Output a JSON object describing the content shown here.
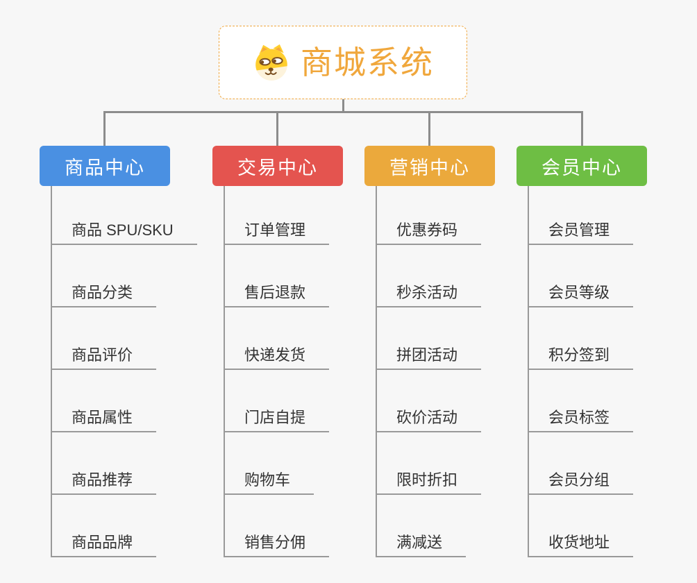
{
  "canvas": {
    "background": "#f7f7f7",
    "connector_color": "#8c8c8c",
    "underline_color": "#999999",
    "topic_text_color": "#333333"
  },
  "root": {
    "title": "商城系统",
    "icon": "dog-face-icon",
    "background": "#ffffff",
    "border_color": "#f0a73e",
    "title_color": "#f0a73c"
  },
  "branches": [
    {
      "label": "商品中心",
      "color": "#4a90e2",
      "items": [
        "商品 SPU/SKU",
        "商品分类",
        "商品评价",
        "商品属性",
        "商品推荐",
        "商品品牌"
      ]
    },
    {
      "label": "交易中心",
      "color": "#e4544f",
      "items": [
        "订单管理",
        "售后退款",
        "快递发货",
        "门店自提",
        "购物车",
        "销售分佣"
      ]
    },
    {
      "label": "营销中心",
      "color": "#eba93c",
      "items": [
        "优惠券码",
        "秒杀活动",
        "拼团活动",
        "砍价活动",
        "限时折扣",
        "满减送"
      ]
    },
    {
      "label": "会员中心",
      "color": "#6ebe44",
      "items": [
        "会员管理",
        "会员等级",
        "积分签到",
        "会员标签",
        "会员分组",
        "收货地址"
      ]
    }
  ]
}
